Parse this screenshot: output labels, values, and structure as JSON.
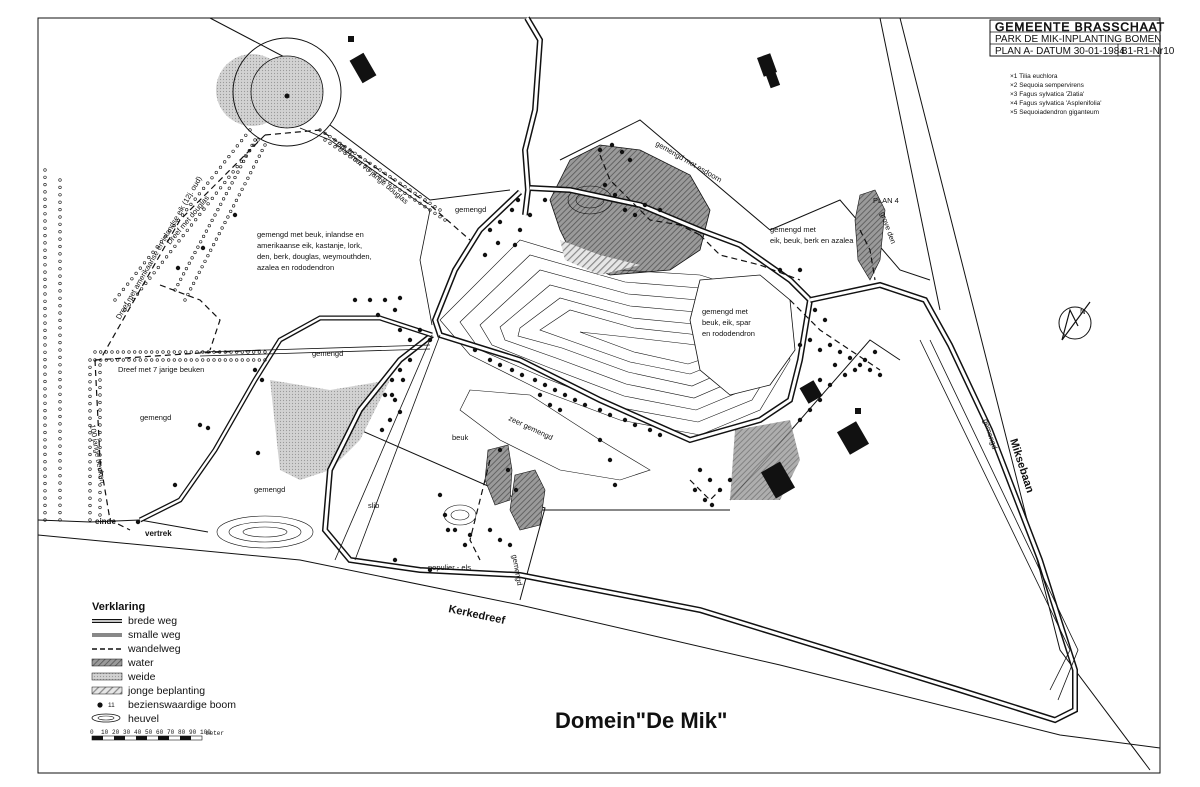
{
  "title_block": {
    "municipality": "GEMEENTE BRASSCHAAT",
    "subject": "PARK DE MIK-INPLANTING BOMEN",
    "plan": "PLAN A- DATUM 30-01-1984",
    "code": "B1-R1-Nr10"
  },
  "species_list": [
    {
      "mark": "×1",
      "name": "Tilia euchlora"
    },
    {
      "mark": "×2",
      "name": "Sequoia sempervirens"
    },
    {
      "mark": "×3",
      "name": "Fagus sylvatica 'Zlatia'"
    },
    {
      "mark": "×4",
      "name": "Fagus sylvatica 'Asplenifolia'"
    },
    {
      "mark": "×5",
      "name": "Sequoiadendron giganteum"
    }
  ],
  "map_title": "Domein\"De Mik\"",
  "roads": {
    "kerkedreef": "Kerkedreef",
    "miksebaan": "Miksebaan"
  },
  "labels": {
    "dreef_amerikaanse": "Dreef met amerikaanse en inlandse eik (12j. oud)",
    "dreef_douglas_west": "Dreef met douglas",
    "dreef_douglas_70": "Dreef met 70 jarige douglas",
    "dreef_beuken_7": "Dreef met 7 jarige beuken",
    "beuken_100": "100 jarige beuken",
    "gemengd": "gemengd",
    "gemengd_met_esdoorn": "gemengd met esdoorn",
    "zeer_gemengd": "zeer gemengd",
    "beuk": "beuk",
    "slib": "slib",
    "populier_els": "populier - els",
    "plan4": "PLAN 4",
    "grove_den": "grove den",
    "einde": "einde",
    "vertrek": "vertrek",
    "north": "N"
  },
  "notes": {
    "north_forest": [
      "gemengd met beuk, inlandse en",
      "amerikaanse eik, kastanje, lork,",
      "den, berk, douglas, weymouthden,",
      "azalea en rododendron"
    ],
    "east_forest": [
      "gemengd met",
      "eik, beuk, berk en azalea"
    ],
    "central_island": [
      "gemengd met",
      "beuk, eik, spar",
      "en rododendron"
    ]
  },
  "legend": {
    "heading": "Verklaring",
    "items": [
      {
        "symbol": "brede-weg",
        "label": "brede weg"
      },
      {
        "symbol": "smalle-weg",
        "label": "smalle weg"
      },
      {
        "symbol": "wandelweg",
        "label": "wandelweg"
      },
      {
        "symbol": "water",
        "label": "water"
      },
      {
        "symbol": "weide",
        "label": "weide"
      },
      {
        "symbol": "jonge-beplanting",
        "label": "jonge beplanting"
      },
      {
        "symbol": "boom",
        "label": "bezienswaardige boom",
        "mark": "11"
      },
      {
        "symbol": "heuvel",
        "label": "heuvel"
      }
    ],
    "scale_ticks": [
      "0",
      "10",
      "20",
      "30",
      "40",
      "50",
      "60",
      "70",
      "80",
      "90",
      "100"
    ],
    "scale_unit": "meter"
  },
  "colors": {
    "ink": "#111111",
    "water": "#777777",
    "weide": "#c8c8c8",
    "jonge_beplanting": "#a0a0a0"
  }
}
